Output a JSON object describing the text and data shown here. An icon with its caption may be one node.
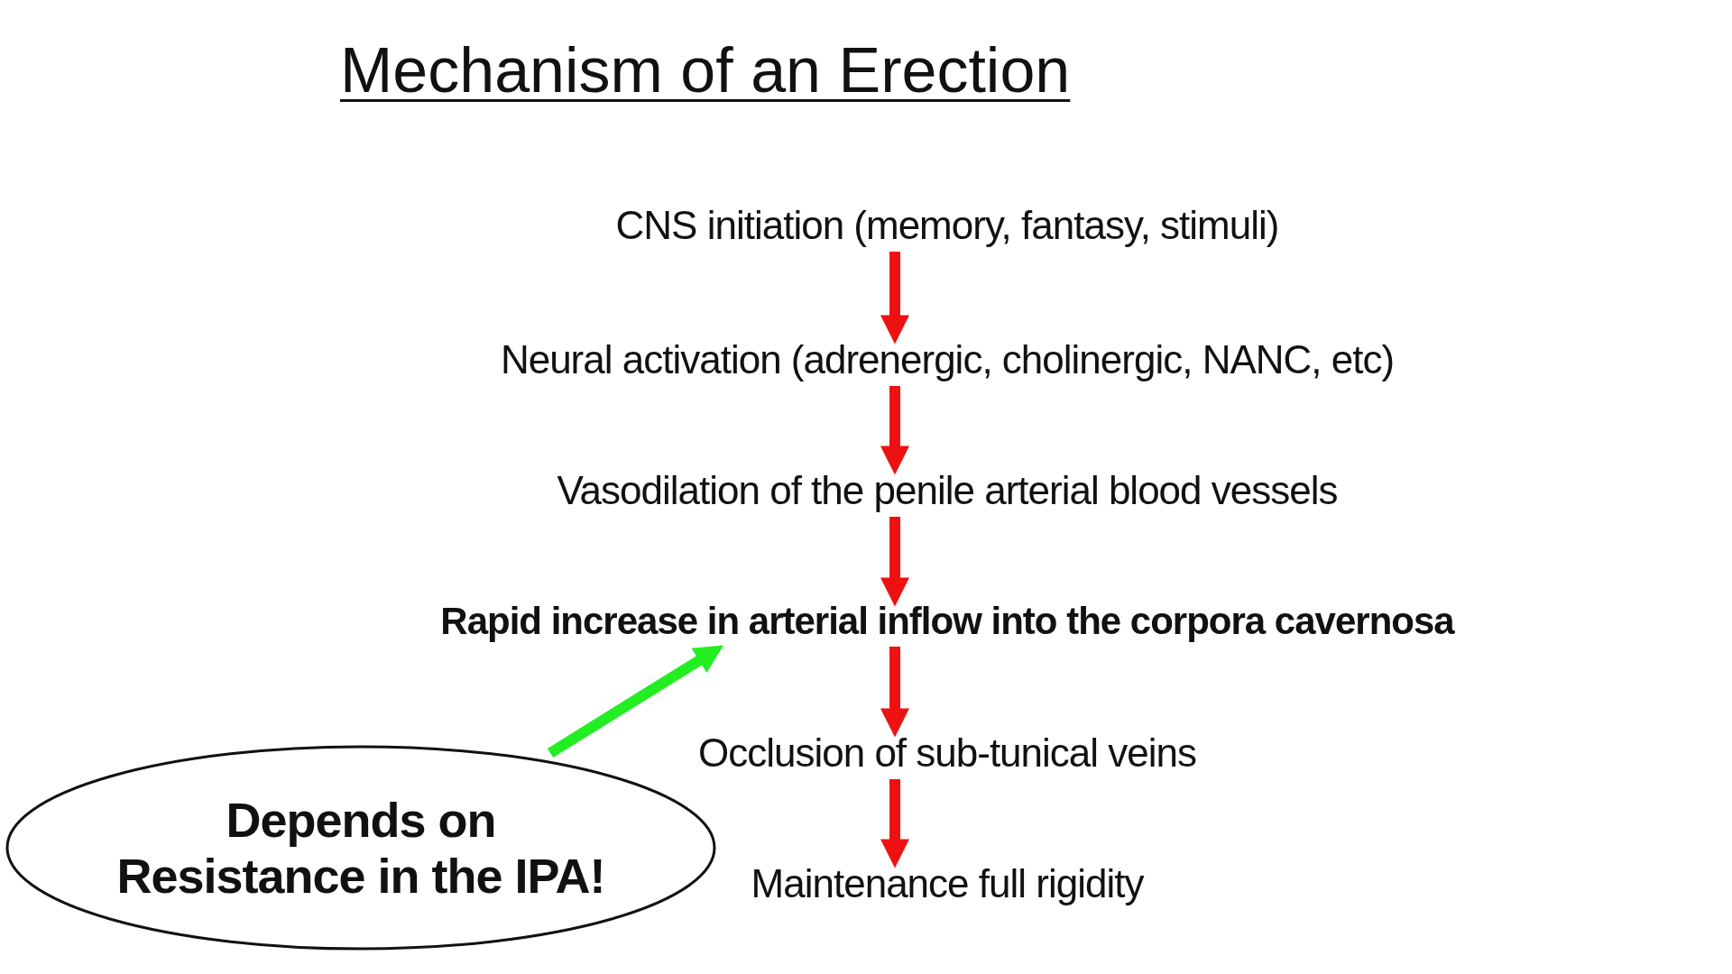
{
  "diagram": {
    "title": "Mechanism of an Erection",
    "nodes": [
      {
        "text": [
          "CNS initiation (memory, fantasy, stimuli)"
        ]
      },
      {
        "text": [
          "Neural activation (adrenergic, cholinergic, NANC, etc)"
        ]
      },
      {
        "text": [
          "Vasodilation of the penile arterial blood vessels"
        ]
      },
      {
        "text": [
          "Rapid increase in arterial inflow into the corpora cavernosa"
        ]
      },
      {
        "text": [
          "Occlusion of sub-tunical veins"
        ]
      },
      {
        "text": [
          "Maintenance full rigidity"
        ]
      },
      {
        "text": [
          "Depends on Resistance in the IPA!"
        ]
      }
    ],
    "edges": [
      {
        "from": 0,
        "to": 1,
        "arrow": "to"
      },
      {
        "from": 1,
        "to": 2,
        "arrow": "to"
      },
      {
        "from": 2,
        "to": 3,
        "arrow": "to"
      },
      {
        "from": 3,
        "to": 4,
        "arrow": "to"
      },
      {
        "from": 4,
        "to": 5,
        "arrow": "to"
      },
      {
        "from": 6,
        "to": 3,
        "arrow": "to",
        "color": "#22ee22"
      }
    ]
  }
}
